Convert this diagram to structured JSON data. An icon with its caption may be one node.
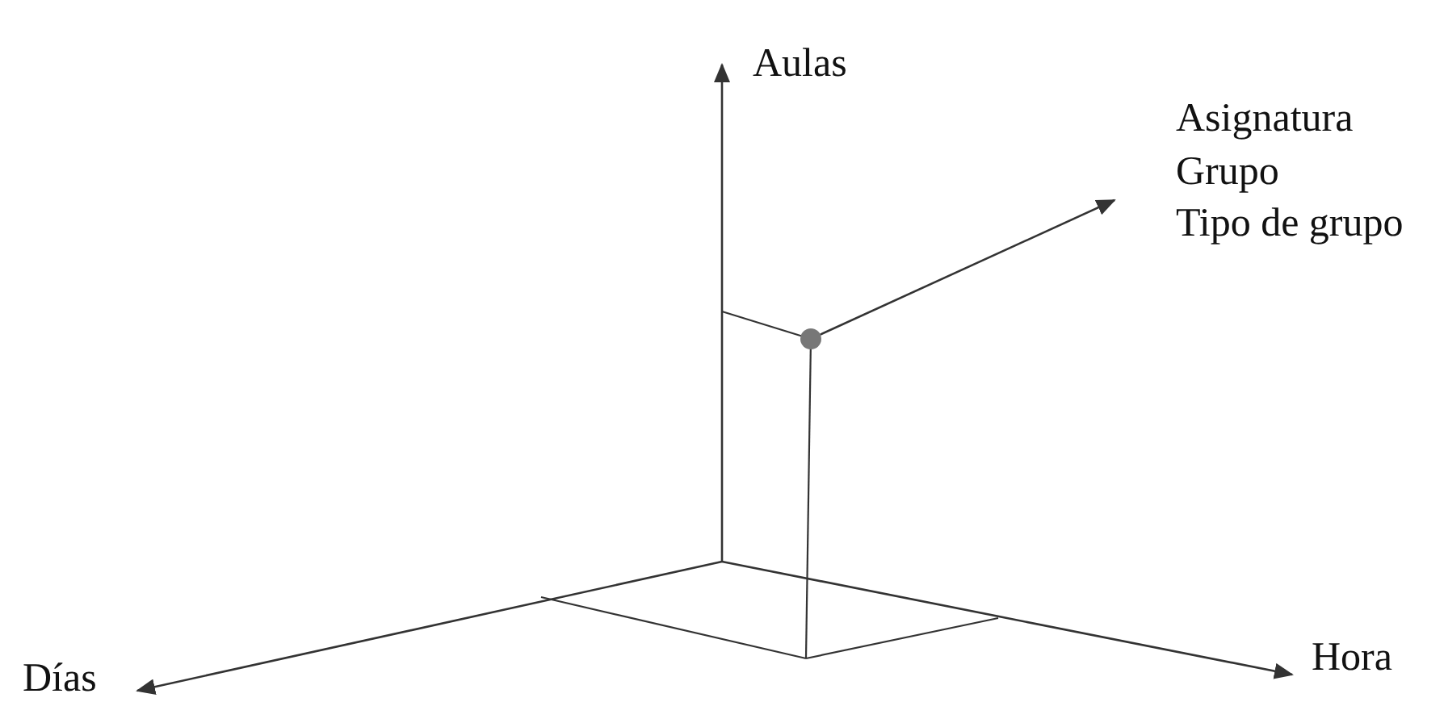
{
  "diagram": {
    "nodes": [
      {
        "text": [],
        "shape": "circle"
      },
      {
        "text": [
          "Asignatura",
          "Grupo",
          "Tipo de grupo"
        ]
      }
    ],
    "edges": [
      {
        "from": 0,
        "to": 1,
        "arrow": "to"
      }
    ],
    "labels": [
      "Aulas",
      "Días",
      "Hora"
    ]
  }
}
